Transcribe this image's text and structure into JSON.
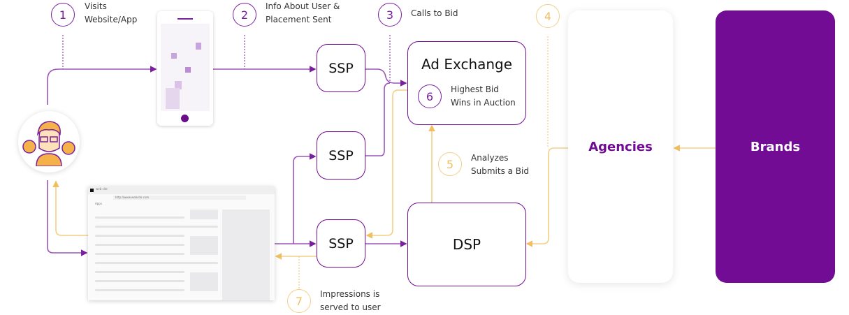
{
  "steps": [
    {
      "num": "1",
      "label_line1": "Visits",
      "label_line2": "Website/App"
    },
    {
      "num": "2",
      "label_line1": "Info About User &",
      "label_line2": "Placement Sent"
    },
    {
      "num": "3",
      "label_line1": "Calls to Bid"
    },
    {
      "num": "4"
    },
    {
      "num": "5",
      "label_line1": "Analyzes",
      "label_line2": "Submits a Bid"
    },
    {
      "num": "6",
      "label_line1": "Highest Bid",
      "label_line2": "Wins in Auction"
    },
    {
      "num": "7",
      "label_line1": "Impressions is",
      "label_line2": "served to user"
    }
  ],
  "nodes": {
    "ssp": "SSP",
    "ad_exchange": "Ad Exchange",
    "dsp": "DSP",
    "agencies": "Agencies",
    "brands": "Brands"
  },
  "browser": {
    "tab": "web site",
    "url": "http://www.website.com",
    "bookmarks": "Apps"
  },
  "colors": {
    "purple": "#700b93",
    "yellow": "#f0c060",
    "brands_bg": "#720c94"
  }
}
